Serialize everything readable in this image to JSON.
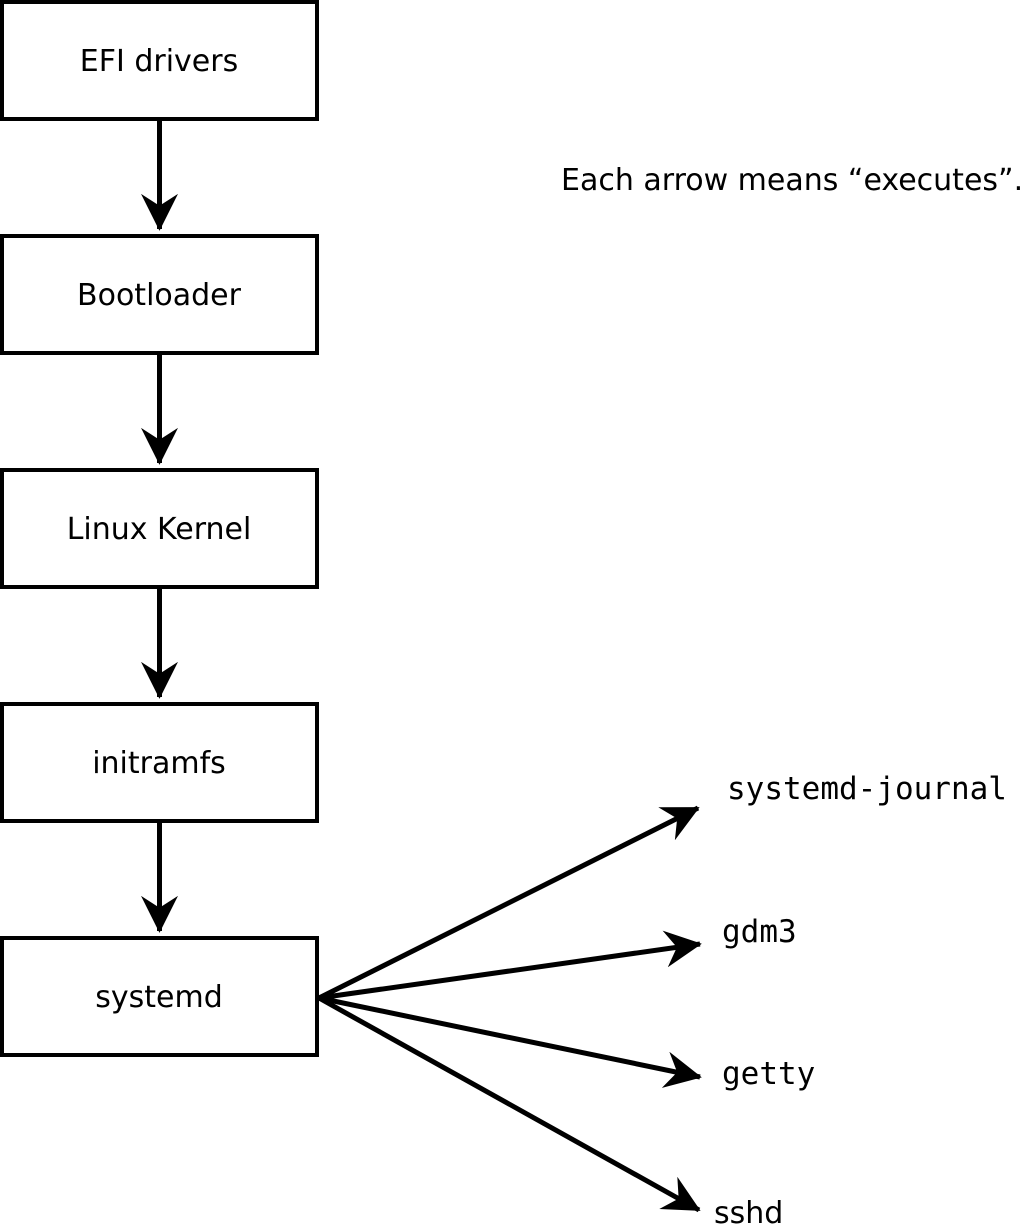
{
  "note": {
    "text": "Each arrow means “executes”."
  },
  "flow": {
    "boxes": [
      "EFI drivers",
      "Bootloader",
      "Linux Kernel",
      "initramfs",
      "systemd"
    ]
  },
  "services": [
    "systemd-journal",
    "gdm3",
    "getty",
    "sshd"
  ],
  "colors": {
    "foreground": "#000000",
    "background": "#ffffff"
  }
}
